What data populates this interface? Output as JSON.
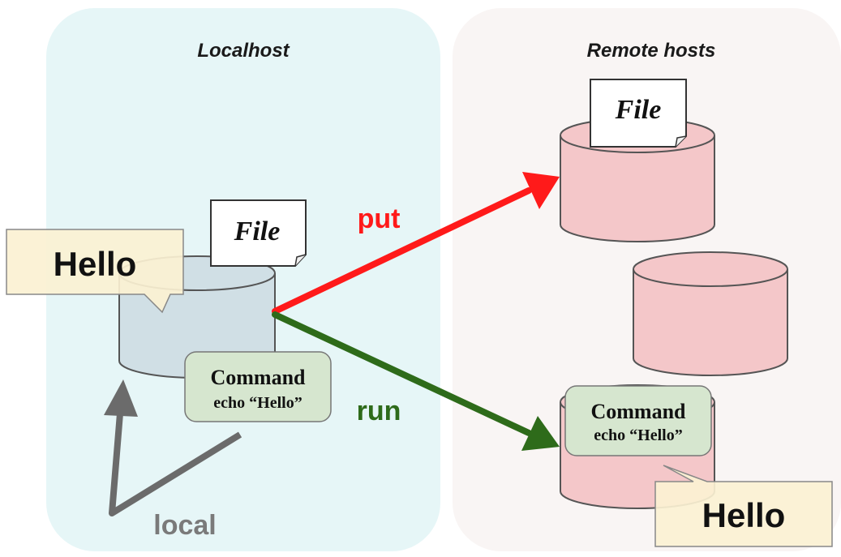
{
  "panels": {
    "localhost_title": "Localhost",
    "remote_title": "Remote hosts"
  },
  "labels": {
    "file": "File",
    "hello": "Hello",
    "command": "Command",
    "command_sub": "echo “Hello”",
    "put": "put",
    "run": "run",
    "local": "local"
  },
  "colors": {
    "localhost_bg": "#e6f6f7",
    "remote_bg": "#f9f5f4",
    "local_cylinder": "#d0dfe5",
    "remote_cylinder": "#f4c7c9",
    "command_box": "#d6e6cf",
    "hello_bubble": "#fbf1d3",
    "put_arrow": "#ff1a1a",
    "run_arrow": "#2e6b1a",
    "local_arrow": "#6b6b6b"
  }
}
